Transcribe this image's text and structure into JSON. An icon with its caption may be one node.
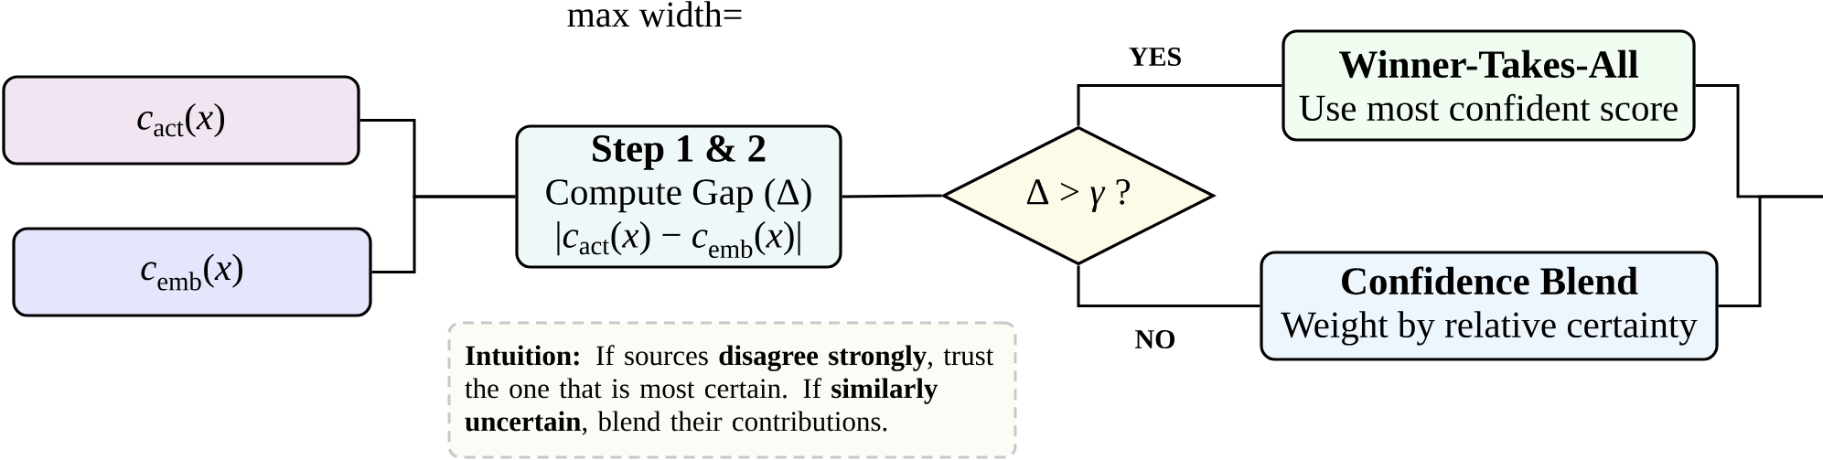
{
  "diagram": {
    "nodes": [
      {
        "text": [
          "*c*$_{act}$(*x*)"
        ]
      },
      {
        "text": [
          "*c*$_{emb}$(*x*)"
        ]
      },
      {
        "text": [
          "Step 1 & 2",
          "Compute Gap (Δ)",
          "|*c*$_{act}$(*x*) − *c*$_{emb}$(*x*)|"
        ]
      },
      {
        "text": [
          "Δ > *γ* ?"
        ]
      },
      {
        "text": [
          "Winner-Takes-All",
          "Use most confident score"
        ]
      },
      {
        "text": [
          "Confidence Blend",
          "Weight by relative certainty"
        ]
      },
      {
        "text": [
          "**Intuition:** If sources **disagree strongly**, trust the one that is most certain. If **similarly uncertain**, blend their contributions."
        ]
      }
    ],
    "edges": [
      {
        "from": 0,
        "to": 2,
        "arrow": "none"
      },
      {
        "from": 1,
        "to": 2,
        "arrow": "none"
      },
      {
        "from": 2,
        "to": 3,
        "arrow": "none"
      },
      {
        "from": 3,
        "to": 4,
        "arrow": "none",
        "label": "YES"
      },
      {
        "from": 3,
        "to": 5,
        "arrow": "none",
        "label": "NO"
      },
      {
        "from": 4,
        "to": null,
        "arrow": "none"
      },
      {
        "from": 5,
        "to": null,
        "arrow": "none"
      }
    ],
    "labels": [
      "max width="
    ]
  }
}
